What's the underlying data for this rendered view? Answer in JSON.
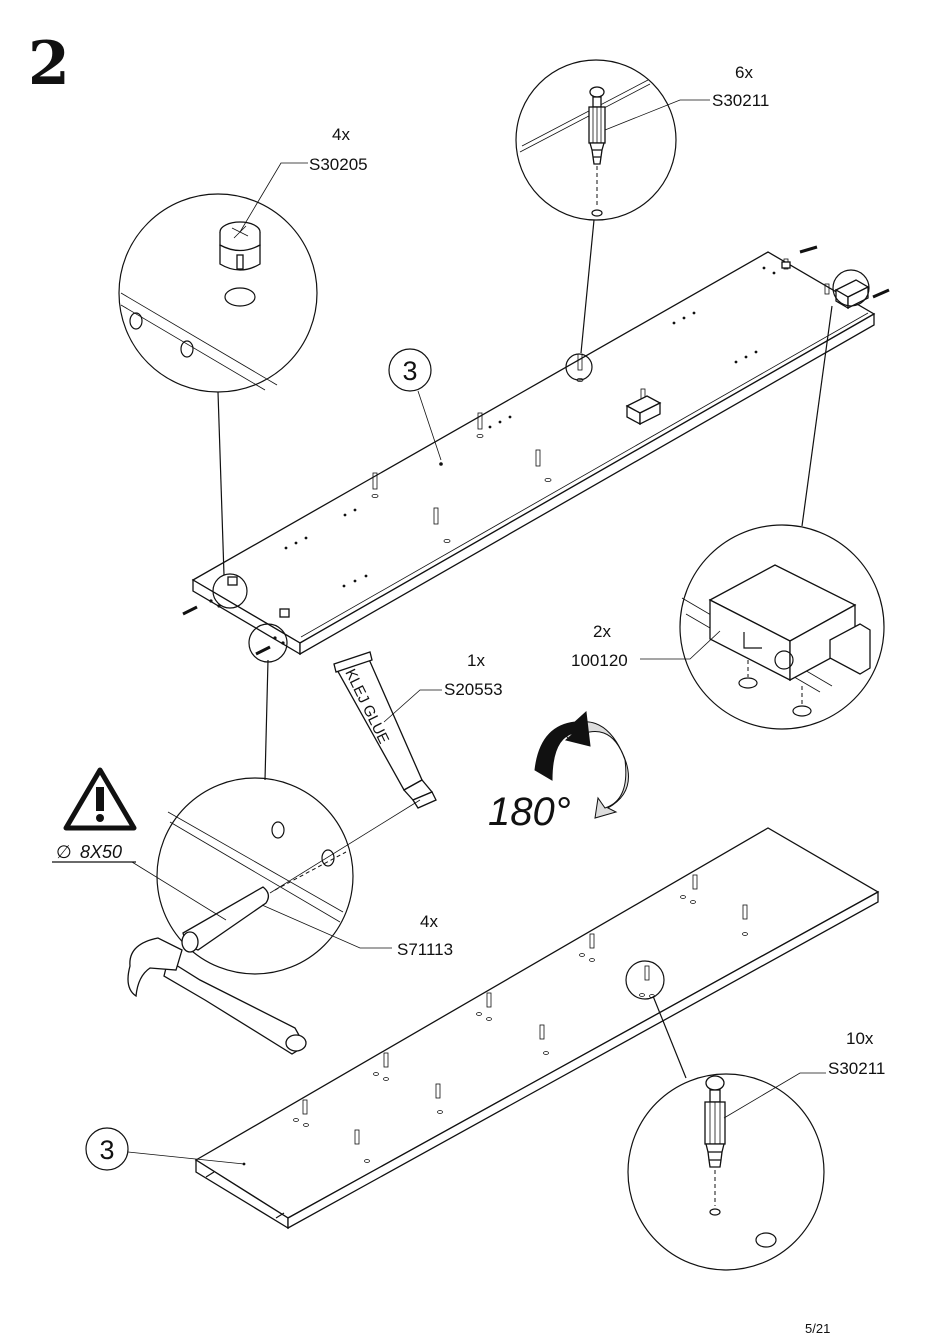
{
  "step": {
    "number": "2"
  },
  "page": {
    "number": "5/21"
  },
  "callouts": {
    "cam_lock": {
      "qty": "4x",
      "code": "S30205"
    },
    "cam_bolt_top": {
      "qty": "6x",
      "code": "S30211"
    },
    "bracket": {
      "qty": "2x",
      "code": "100120"
    },
    "glue": {
      "qty": "1x",
      "code": "S20553",
      "tube_text": "KLEJ GLUE"
    },
    "dowel": {
      "qty": "4x",
      "code": "S71113",
      "size": "8X50"
    },
    "cam_bolt_bottom": {
      "qty": "10x",
      "code": "S30211"
    }
  },
  "panel": {
    "label_top": "3",
    "label_bottom": "3"
  },
  "rotation": {
    "label": "180°"
  },
  "icons": [
    "warning-icon",
    "hammer-icon",
    "glue-tube-icon",
    "rotate-arrow-icon",
    "diameter-icon"
  ]
}
